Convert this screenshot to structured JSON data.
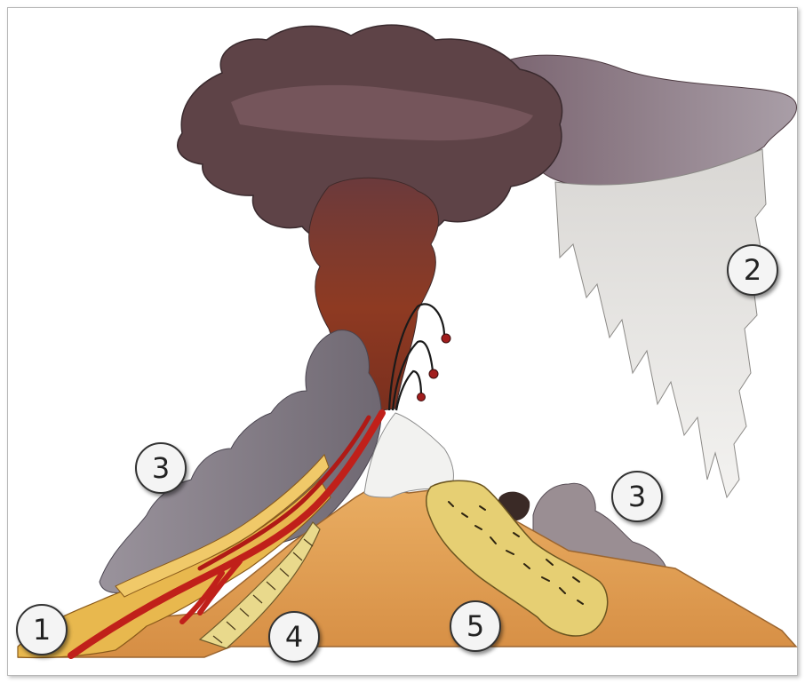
{
  "markers": [
    {
      "label": "1"
    },
    {
      "label": "2"
    },
    {
      "label": "3"
    },
    {
      "label": "3"
    },
    {
      "label": "4"
    },
    {
      "label": "5"
    }
  ],
  "colors": {
    "ash_cloud_dark": "#5e4347",
    "ash_cloud_mid": "#7a5a60",
    "ash_plume_drift": "#8b7f87",
    "ash_fall": "#e6e4e1",
    "eruption_column": "#8a3a22",
    "pyroclastic_flow": "#8d8891",
    "cone": "#e3a45a",
    "lava": "#c0201a",
    "dome": "#e6cf73",
    "bombs": "#a11d1d"
  }
}
